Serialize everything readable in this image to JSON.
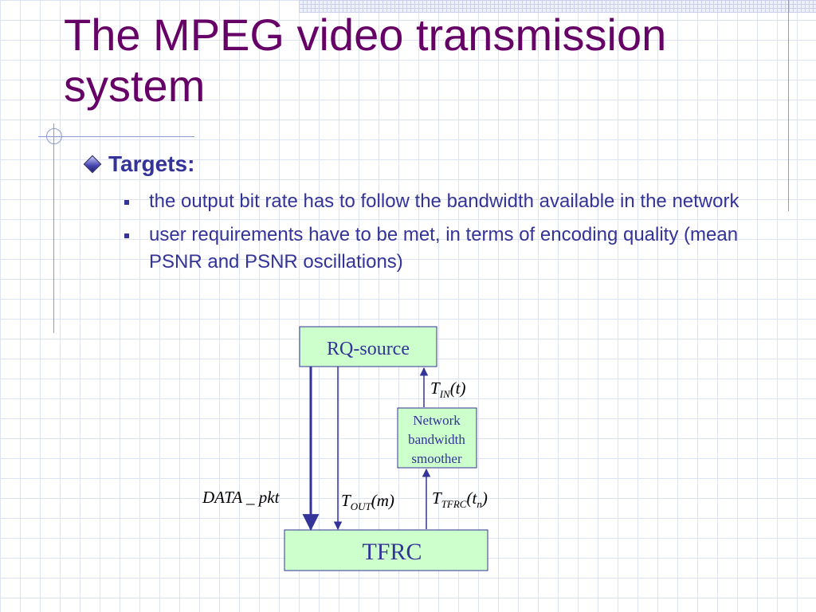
{
  "slide": {
    "title": "The MPEG video transmission system",
    "level1": "Targets:",
    "bullets": [
      "the output bit rate has to follow the bandwidth available in the network",
      "user requirements have to be met, in terms of encoding quality (mean PSNR and PSNR oscillations)"
    ]
  },
  "diagram": {
    "rq_source": "RQ-source",
    "smoother": [
      "Network",
      "bandwidth",
      "smoother"
    ],
    "tfrc": "TFRC",
    "labels": {
      "data_pkt": "DATA _ pkt",
      "t_out_base": "T",
      "t_out_sub": "OUT",
      "t_out_arg": "(m)",
      "t_in_base": "T",
      "t_in_sub": "IN",
      "t_in_arg": "(t)",
      "t_tfrc_base": "T",
      "t_tfrc_sub": "TFRC",
      "t_tfrc_arg_open": "(t",
      "t_tfrc_arg_sub": "n",
      "t_tfrc_arg_close": ")"
    }
  },
  "colors": {
    "title": "#660066",
    "text": "#333399",
    "box_fill": "#ccffcc",
    "box_border": "#333399"
  }
}
